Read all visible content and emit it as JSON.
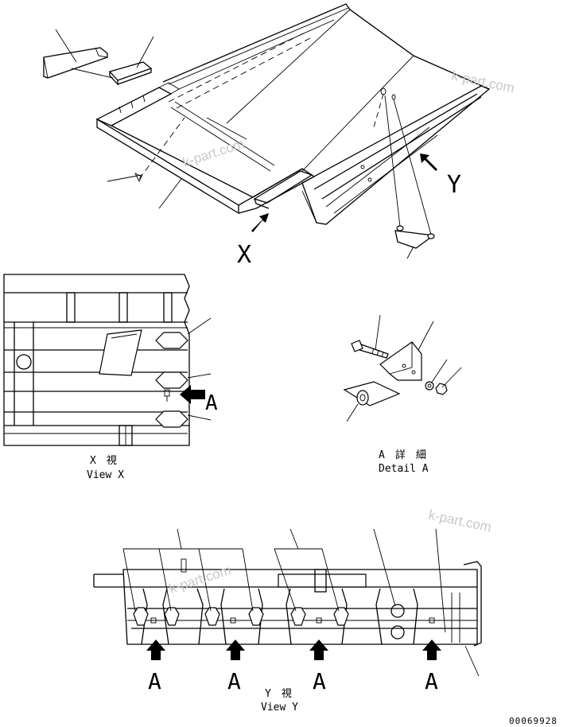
{
  "views": {
    "main": {
      "arrow_x": "X",
      "arrow_y": "Y"
    },
    "view_x": {
      "title_jp": "X　視",
      "title_en": "View X",
      "arrow_label": "A"
    },
    "detail_a": {
      "title_jp": "A　詳　細",
      "title_en": "Detail A"
    },
    "view_y": {
      "title_jp": "Y　視",
      "title_en": "View Y",
      "arrow_labels": [
        "A",
        "A",
        "A",
        "A"
      ]
    }
  },
  "watermark": "k-part.com",
  "drawing_number": "00069928"
}
